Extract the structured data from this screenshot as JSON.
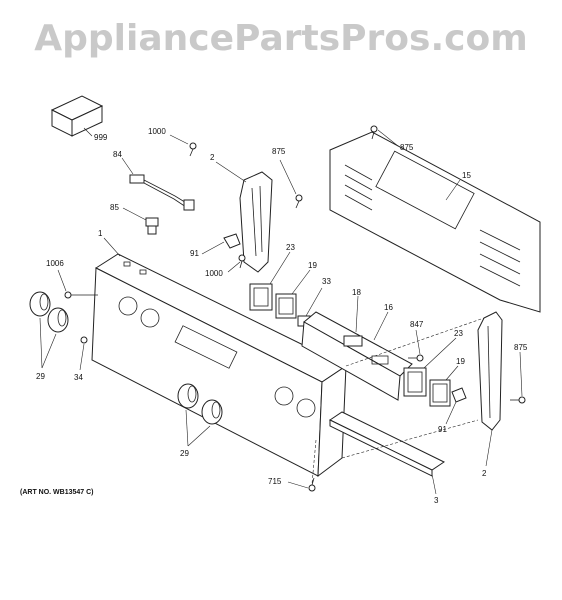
{
  "watermark": "AppliancePartsPros.com",
  "art_number": "(ART NO. WB13547 C)",
  "callouts": {
    "c999": "999",
    "c1000a": "1000",
    "c84": "84",
    "c85": "85",
    "c2a": "2",
    "c875a": "875",
    "c875b": "875",
    "c15": "15",
    "c1": "1",
    "c91a": "91",
    "c1000b": "1000",
    "c23a": "23",
    "c19a": "19",
    "c33": "33",
    "c1006": "1006",
    "c18": "18",
    "c16": "16",
    "c847": "847",
    "c23b": "23",
    "c875c": "875",
    "c19b": "19",
    "c29a": "29",
    "c34": "34",
    "c91b": "91",
    "c29b": "29",
    "c2b": "2",
    "c715": "715",
    "c3": "3"
  }
}
